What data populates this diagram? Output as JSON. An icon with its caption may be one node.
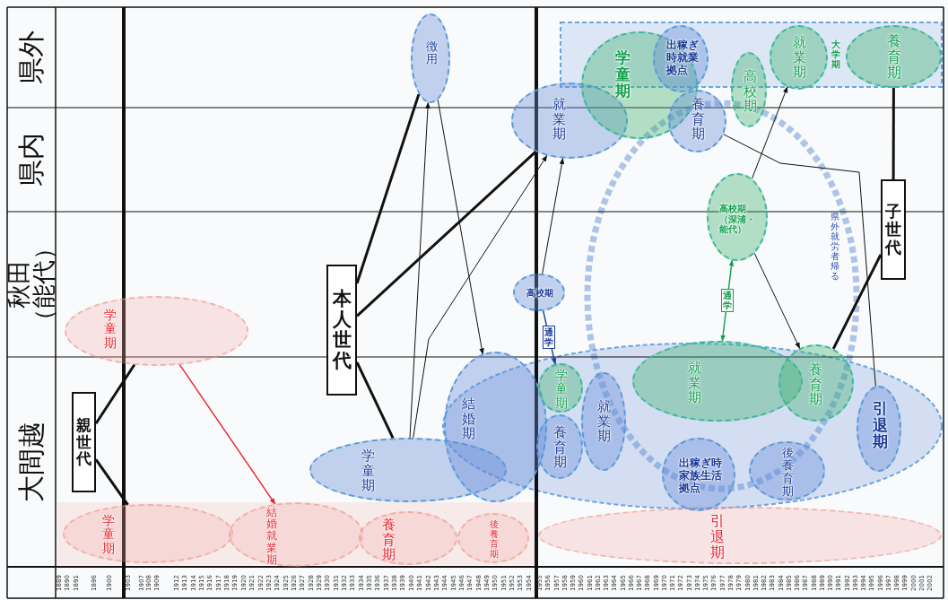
{
  "diagram": {
    "nodes": [
      {
        "text": [
          "学童期"
        ]
      },
      {
        "text": [
          "学童期"
        ]
      },
      {
        "text": [
          "結婚就業期"
        ]
      },
      {
        "text": [
          "養育期"
        ]
      },
      {
        "text": [
          "後養育期"
        ]
      },
      {
        "text": [
          "引退期"
        ]
      },
      {
        "text": [
          "学童期"
        ]
      },
      {
        "text": [
          "結婚期"
        ]
      },
      {
        "text": [
          "徴用"
        ]
      },
      {
        "text": [
          "就業期"
        ]
      },
      {
        "text": [
          "高校期"
        ]
      },
      {
        "text": [
          "学童期"
        ]
      },
      {
        "text": [
          "養育期"
        ]
      },
      {
        "text": [
          "就業期"
        ]
      },
      {
        "text": [
          "学童期"
        ]
      },
      {
        "text": [
          "出稼ぎ時就業拠点"
        ]
      },
      {
        "text": [
          "養育期"
        ]
      },
      {
        "text": [
          "高校期"
        ]
      },
      {
        "text": [
          "就業期"
        ],
        "beside": [
          "大学期"
        ]
      },
      {
        "text": [
          "養育期"
        ]
      },
      {
        "text": [
          "高校期（深浦・能代）"
        ]
      },
      {
        "text": [
          "就業期"
        ]
      },
      {
        "text": [
          "養育期"
        ]
      },
      {
        "text": [
          "出稼ぎ時家族生活拠点"
        ]
      },
      {
        "text": [
          "後養育期"
        ]
      },
      {
        "text": [
          "引退期"
        ]
      },
      {
        "text": [
          "親世代"
        ]
      },
      {
        "text": [
          "本人世代"
        ]
      },
      {
        "text": [
          "子世代"
        ]
      }
    ],
    "edges": [
      {
        "from": 0,
        "to": 2,
        "arrow": "to",
        "color": "#e8202a"
      },
      {
        "from": 26,
        "to": 0,
        "arrow": "none",
        "style": "thick"
      },
      {
        "from": 26,
        "to": 1,
        "arrow": "none",
        "style": "thick"
      },
      {
        "from": 27,
        "to": 8,
        "arrow": "none",
        "style": "thick"
      },
      {
        "from": 27,
        "to": 9,
        "arrow": "none",
        "style": "thick"
      },
      {
        "from": 27,
        "to": 6,
        "arrow": "none",
        "style": "thick"
      },
      {
        "from": 6,
        "to": 8,
        "arrow": "to"
      },
      {
        "from": 8,
        "to": 7,
        "arrow": "to"
      },
      {
        "from": 6,
        "to": 9,
        "arrow": "to"
      },
      {
        "from": 10,
        "to": 9,
        "arrow": "to"
      },
      {
        "from": 10,
        "to": 11,
        "arrow": "to",
        "label": "通学",
        "color": "#1a3a9a"
      },
      {
        "from": 20,
        "to": 21,
        "arrow": "both",
        "label": "通学",
        "color": "#12a050"
      },
      {
        "from": 20,
        "to": 18,
        "arrow": "to"
      },
      {
        "from": 20,
        "to": 22,
        "arrow": "to"
      },
      {
        "from": 16,
        "to": 25,
        "arrow": "none"
      },
      {
        "from": 28,
        "to": 19,
        "arrow": "none",
        "style": "thick"
      },
      {
        "from": 28,
        "to": 22,
        "arrow": "none",
        "style": "thick"
      }
    ],
    "labels": [
      "県外",
      "県内",
      "秋田（能代）",
      "大間越",
      "県外就労者帰る",
      "1889",
      "1890",
      "1891",
      "1896",
      "1900",
      "1903",
      "1907",
      "1908",
      "1909",
      "1912",
      "1913",
      "1914",
      "1915",
      "1916",
      "1917",
      "1918",
      "1919",
      "1920",
      "1921",
      "1922",
      "1923",
      "1924",
      "1925",
      "1926",
      "1927",
      "1928",
      "1929",
      "1930",
      "1931",
      "1932",
      "1933",
      "1934",
      "1935",
      "1936",
      "1937",
      "1938",
      "1939",
      "1940",
      "1941",
      "1942",
      "1943",
      "1944",
      "1945",
      "1946",
      "1947",
      "1948",
      "1949",
      "1950",
      "1951",
      "1952",
      "1953",
      "1954",
      "1955",
      "1956",
      "1957",
      "1958",
      "1959",
      "1960",
      "1961",
      "1962",
      "1963",
      "1964",
      "1965",
      "1966",
      "1967",
      "1968",
      "1969",
      "1970",
      "1971",
      "1972",
      "1973",
      "1974",
      "1975",
      "1976",
      "1977",
      "1978",
      "1979",
      "1980",
      "1981",
      "1982",
      "1983",
      "1984",
      "1985",
      "1986",
      "1987",
      "1988",
      "1989",
      "1990",
      "1991",
      "1992",
      "1993",
      "1994",
      "1995",
      "1996",
      "1997",
      "1998",
      "1999",
      "2000",
      "2001",
      "2002"
    ]
  }
}
